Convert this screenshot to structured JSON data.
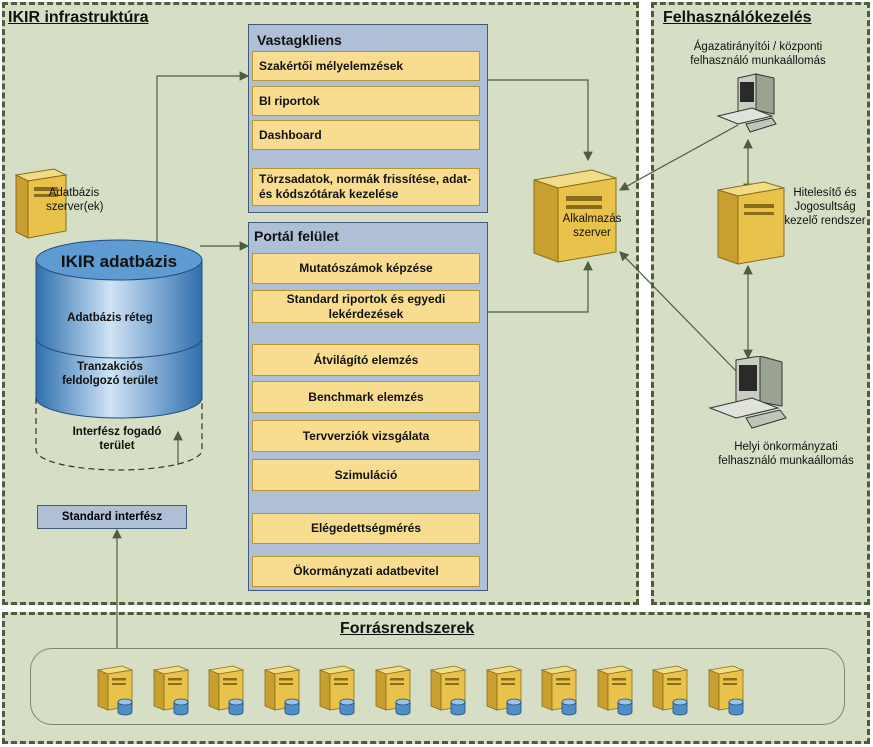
{
  "infra": {
    "title": "IKIR infrastruktúra",
    "db_server_label": "Adatbázis szerver(ek)",
    "database": {
      "title": "IKIR adatbázis",
      "layers": [
        "Adatbázis réteg",
        "Tranzakciós feldolgozó terület",
        "Interfész fogadó terület"
      ]
    },
    "standard_interface": "Standard interfész",
    "thick_client": {
      "title": "Vastagkliens",
      "items": [
        "Szakértői mélyelemzések",
        "BI riportok",
        "Dashboard",
        "Törzsadatok, normák frissítése, adat- és kódszótárak kezelése"
      ]
    },
    "portal": {
      "title": "Portál felület",
      "items": [
        "Mutatószámok képzése",
        "Standard riportok és egyedi lekérdezések",
        "Átvilágító elemzés",
        "Benchmark elemzés",
        "Tervverziók vizsgálata",
        "Szimuláció",
        "Elégedettségmérés",
        "Ökormányzati adatbevitel"
      ]
    },
    "app_server_label": "Alkalmazás szerver"
  },
  "users": {
    "title": "Felhasználókezelés",
    "central_workstation": "Ágazatirányítói / központi felhasználó munkaállomás",
    "auth_server": "Hitelesítő és Jogosultság kezelő rendszer",
    "local_workstation": "Helyi önkormányzati felhasználó munkaállomás"
  },
  "sources": {
    "title": "Forrásrendszerek",
    "server_count": 12
  },
  "colors": {
    "zone_bg": "#d6dec6",
    "zone_border": "#4d5e3e",
    "panel_bg": "#aebfd6",
    "item_bg": "#f8dd91",
    "server_yellow": "#e8c24a",
    "db_blue": "#4f8fc7"
  }
}
